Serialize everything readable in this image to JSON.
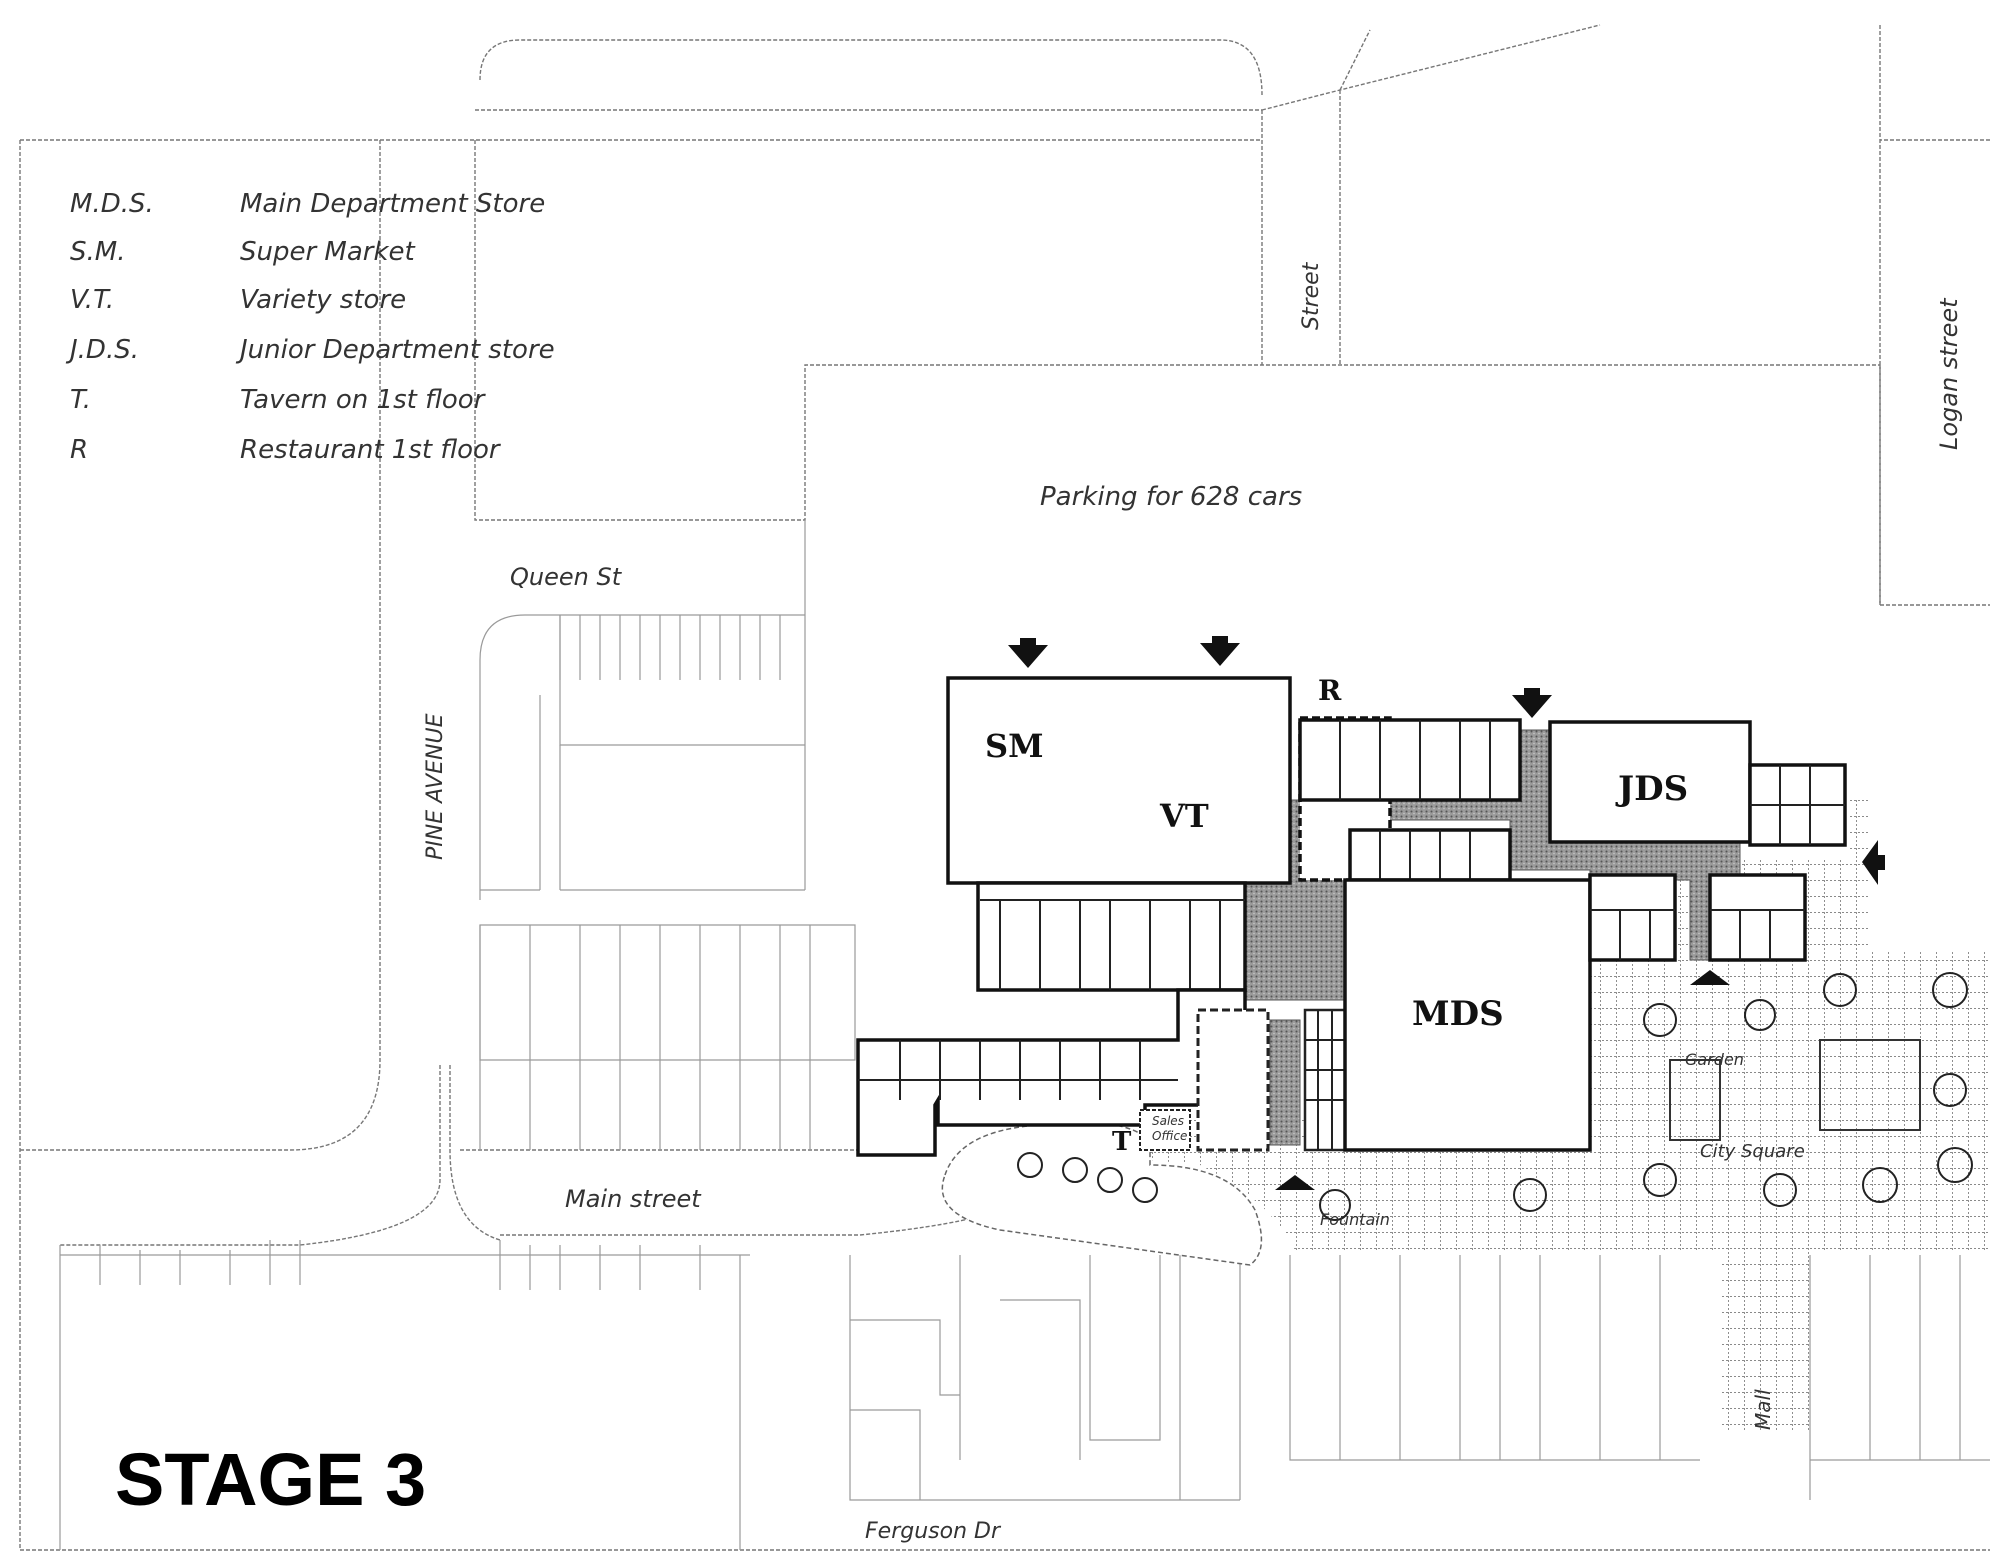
{
  "legend": [
    {
      "code": "M.D.S.",
      "desc": "Main Department Store"
    },
    {
      "code": "S.M.",
      "desc": "Super Market"
    },
    {
      "code": "V.T.",
      "desc": "Variety store"
    },
    {
      "code": "J.D.S.",
      "desc": "Junior Department store"
    },
    {
      "code": "T.",
      "desc": "Tavern on 1st floor"
    },
    {
      "code": "R",
      "desc": "Restaurant 1st floor"
    }
  ],
  "streets": {
    "queen": "Queen St",
    "pine": "PINE AVENUE",
    "main": "Main street",
    "ferguson": "Ferguson Dr",
    "logan": "Logan street",
    "street": "Street",
    "mall": "Mall"
  },
  "parking_label": "Parking for 628 cars",
  "stores": {
    "sm": "SM",
    "vt": "VT",
    "mds": "MDS",
    "jds": "JDS",
    "r": "R",
    "t": "T"
  },
  "small_labels": {
    "garden": "Garden",
    "city_square": "City Square",
    "fountain": "Fountain",
    "sales": "Sales",
    "sales2": "Office"
  },
  "stage_title": "STAGE 3",
  "colors": {
    "ink": "#111111",
    "pencil": "#777777",
    "mall_shade": "#8a8a8a",
    "paper": "#ffffff"
  }
}
